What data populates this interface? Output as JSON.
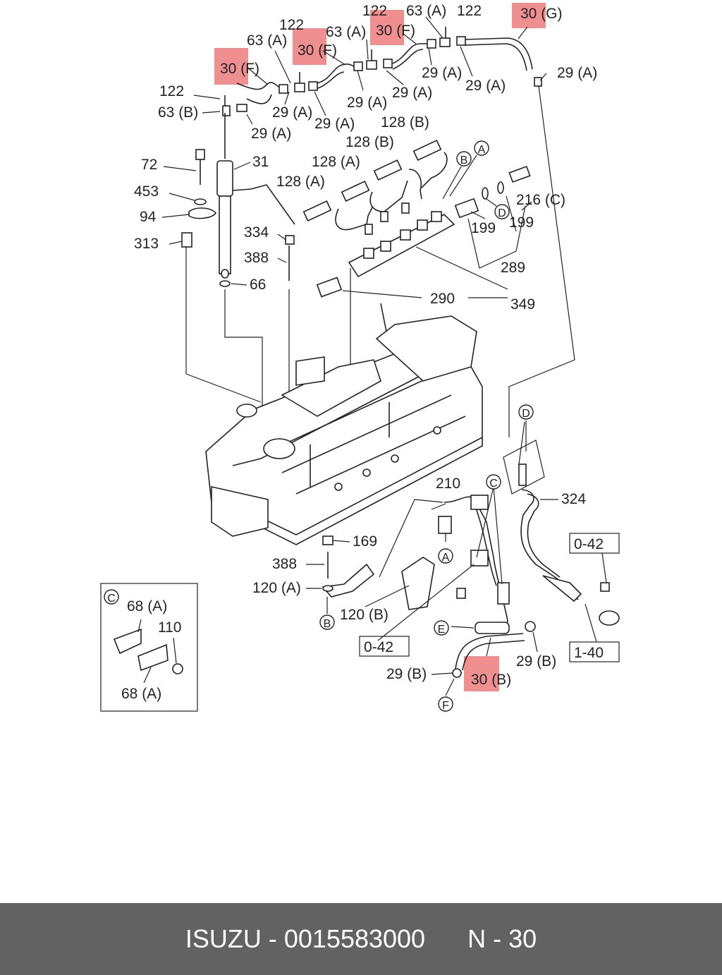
{
  "callouts": {
    "hl1": "30 (F)",
    "hl2": "30 (F)",
    "hl3": "30 (F)",
    "hl4": "30 (G)",
    "hl5": "30 (B)",
    "c122a": "122",
    "c122b": "122",
    "c122c": "122",
    "c122d": "122",
    "c63a1": "63 (A)",
    "c63a2": "63 (A)",
    "c63a3": "63 (A)",
    "c63b": "63 (B)",
    "c29a1": "29 (A)",
    "c29a2": "29 (A)",
    "c29a3": "29 (A)",
    "c29a4": "29 (A)",
    "c29a5": "29 (A)",
    "c29a6": "29 (A)",
    "c29a7": "29 (A)",
    "c128b1": "128 (B)",
    "c128b2": "128 (B)",
    "c128a1": "128 (A)",
    "c128a2": "128 (A)",
    "c72": "72",
    "c31": "31",
    "c453": "453",
    "c94": "94",
    "c313": "313",
    "c334": "334",
    "c388a": "388",
    "c66": "66",
    "c290": "290",
    "c349": "349",
    "c216c": "216 (C)",
    "c199a": "199",
    "c199b": "199",
    "c289": "289",
    "c210": "210",
    "c324": "324",
    "c169": "169",
    "c388b": "388",
    "c120a": "120 (A)",
    "c120b": "120 (B)",
    "c29b1": "29 (B)",
    "c29b2": "29 (B)",
    "c68a1": "68 (A)",
    "c68a2": "68 (A)",
    "c110": "110"
  },
  "boxed_refs": {
    "r042a": "0-42",
    "r042b": "0-42",
    "r140": "1-40"
  },
  "circled_markers": {
    "mA1": "A",
    "mB1": "B",
    "mD1": "D",
    "mD2": "D",
    "mC1": "C",
    "mA2": "A",
    "mB2": "B",
    "mE": "E",
    "mF": "F",
    "mC2": "C"
  },
  "footer": {
    "brand": "ISUZU",
    "sep1": " - ",
    "part_number": "0015583000",
    "page": "N - 30"
  },
  "colors": {
    "highlight": "#ef8f8f",
    "footer_bg": "#626262",
    "footer_text": "#ffffff"
  }
}
